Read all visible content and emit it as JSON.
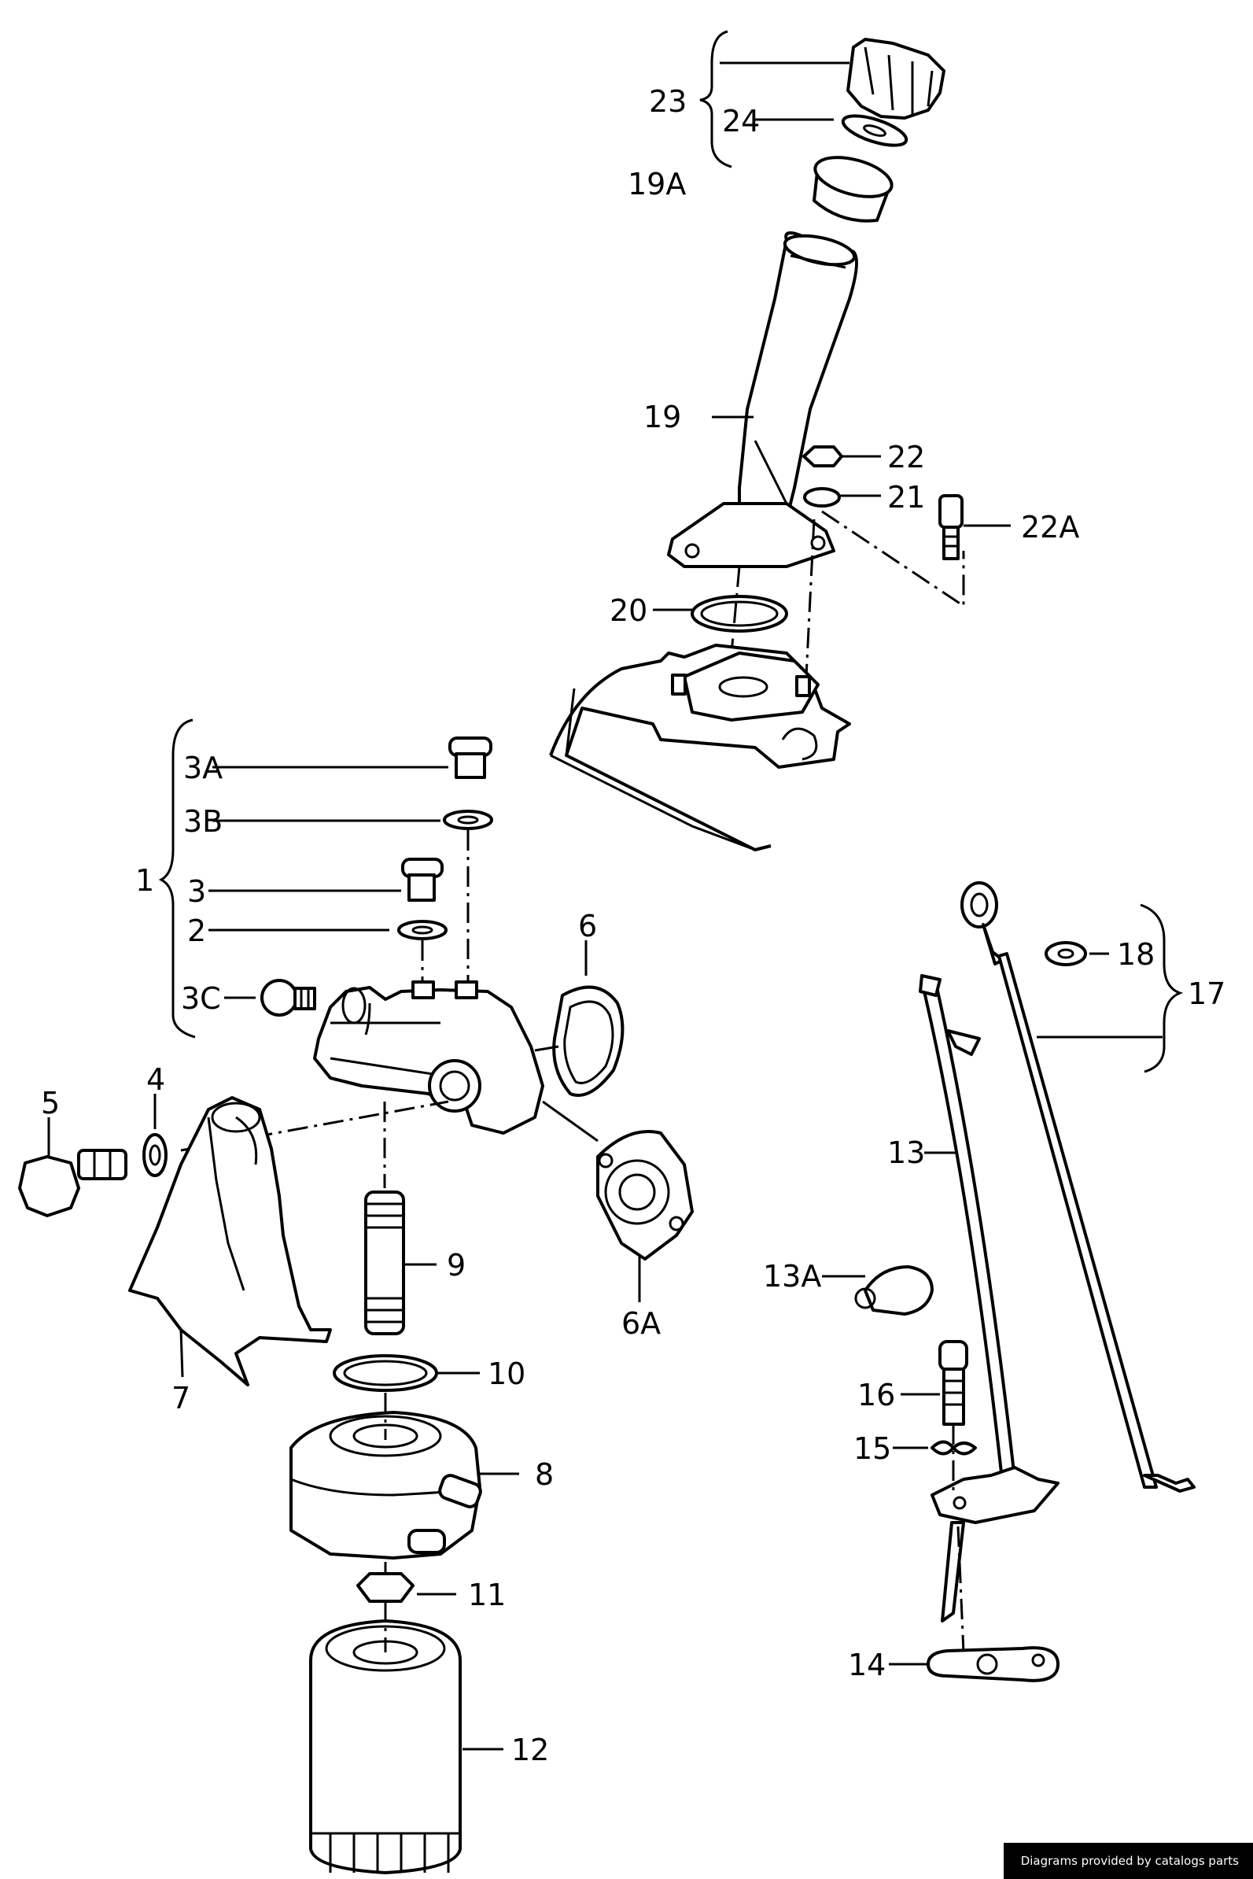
{
  "credit": "Diagrams provided by catalogs parts",
  "callouts": {
    "c23": "23",
    "c24": "24",
    "c19A": "19A",
    "c19": "19",
    "c22": "22",
    "c21": "21",
    "c22A": "22A",
    "c20": "20",
    "c3A": "3A",
    "c3B": "3B",
    "c1": "1",
    "c3": "3",
    "c2": "2",
    "c3C": "3C",
    "c6": "6",
    "c5": "5",
    "c4": "4",
    "c6A": "6A",
    "c9": "9",
    "c7": "7",
    "c10": "10",
    "c8": "8",
    "c11": "11",
    "c12": "12",
    "c18": "18",
    "c17": "17",
    "c13": "13",
    "c13A": "13A",
    "c16": "16",
    "c15": "15",
    "c14": "14"
  }
}
